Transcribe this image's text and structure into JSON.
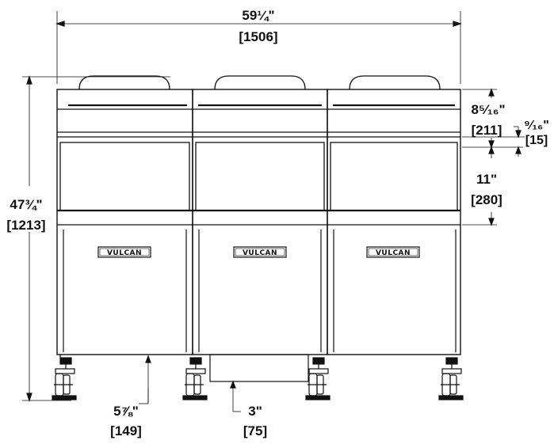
{
  "dimensions": {
    "overall_width_in": "59¼\"",
    "overall_width_mm": "[1506]",
    "overall_height_in": "47¾\"",
    "overall_height_mm": "[1213]",
    "top_section_in": "8⁵⁄₁₆\"",
    "top_section_mm": "[211]",
    "ledge_in": "⁹⁄₁₆\"",
    "ledge_mm": "[15]",
    "drawer_in": "11\"",
    "drawer_mm": "[280]",
    "leg_clearance_in": "5⅞\"",
    "leg_clearance_mm": "[149]",
    "base_clearance_in": "3\"",
    "base_clearance_mm": "[75]"
  },
  "brand_plates": [
    "VULCAN",
    "VULCAN",
    "VULCAN"
  ],
  "colors": {
    "line": "#111111",
    "background": "#ffffff"
  }
}
